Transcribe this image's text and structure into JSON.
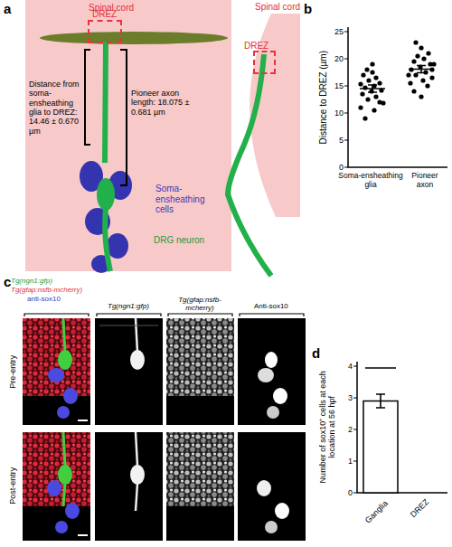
{
  "diagram": {
    "nodes": [
      {
        "text": [
          "Spinal cord"
        ]
      },
      {
        "text": [
          "DREZ"
        ],
        "in": 0
      },
      {
        "text": [
          "Spinal cord"
        ]
      },
      {
        "text": [
          "DREZ"
        ],
        "in": 2
      }
    ],
    "labels": [
      "a",
      "Distance from soma-ensheathing glia to DREZ: 14.46 ± 0.670 µm",
      "Pioneer axon length: 18.075 ± 0.681 µm",
      "Soma-ensheathing cells",
      "DRG neuron",
      "b",
      "Distance to DREZ (µm)",
      "0",
      "5",
      "10",
      "15",
      "20",
      "25",
      "Soma-ensheathing glia",
      "Pioneer axon",
      "c",
      "Tg(ngn1:gfp)",
      "Tg(gfap:nsfb-mcherry)",
      "anti-sox10",
      "Tg(ngn1:gfp)",
      "Tg(gfap:nsfb-mcherry)",
      "Anti-sox10",
      "Pre-entry",
      "Post-entry",
      "d",
      "Number of sox10⁺ cells at each location at 56 hpf",
      "0",
      "1",
      "2",
      "3",
      "4",
      "Ganglia",
      "DREZ"
    ]
  }
}
